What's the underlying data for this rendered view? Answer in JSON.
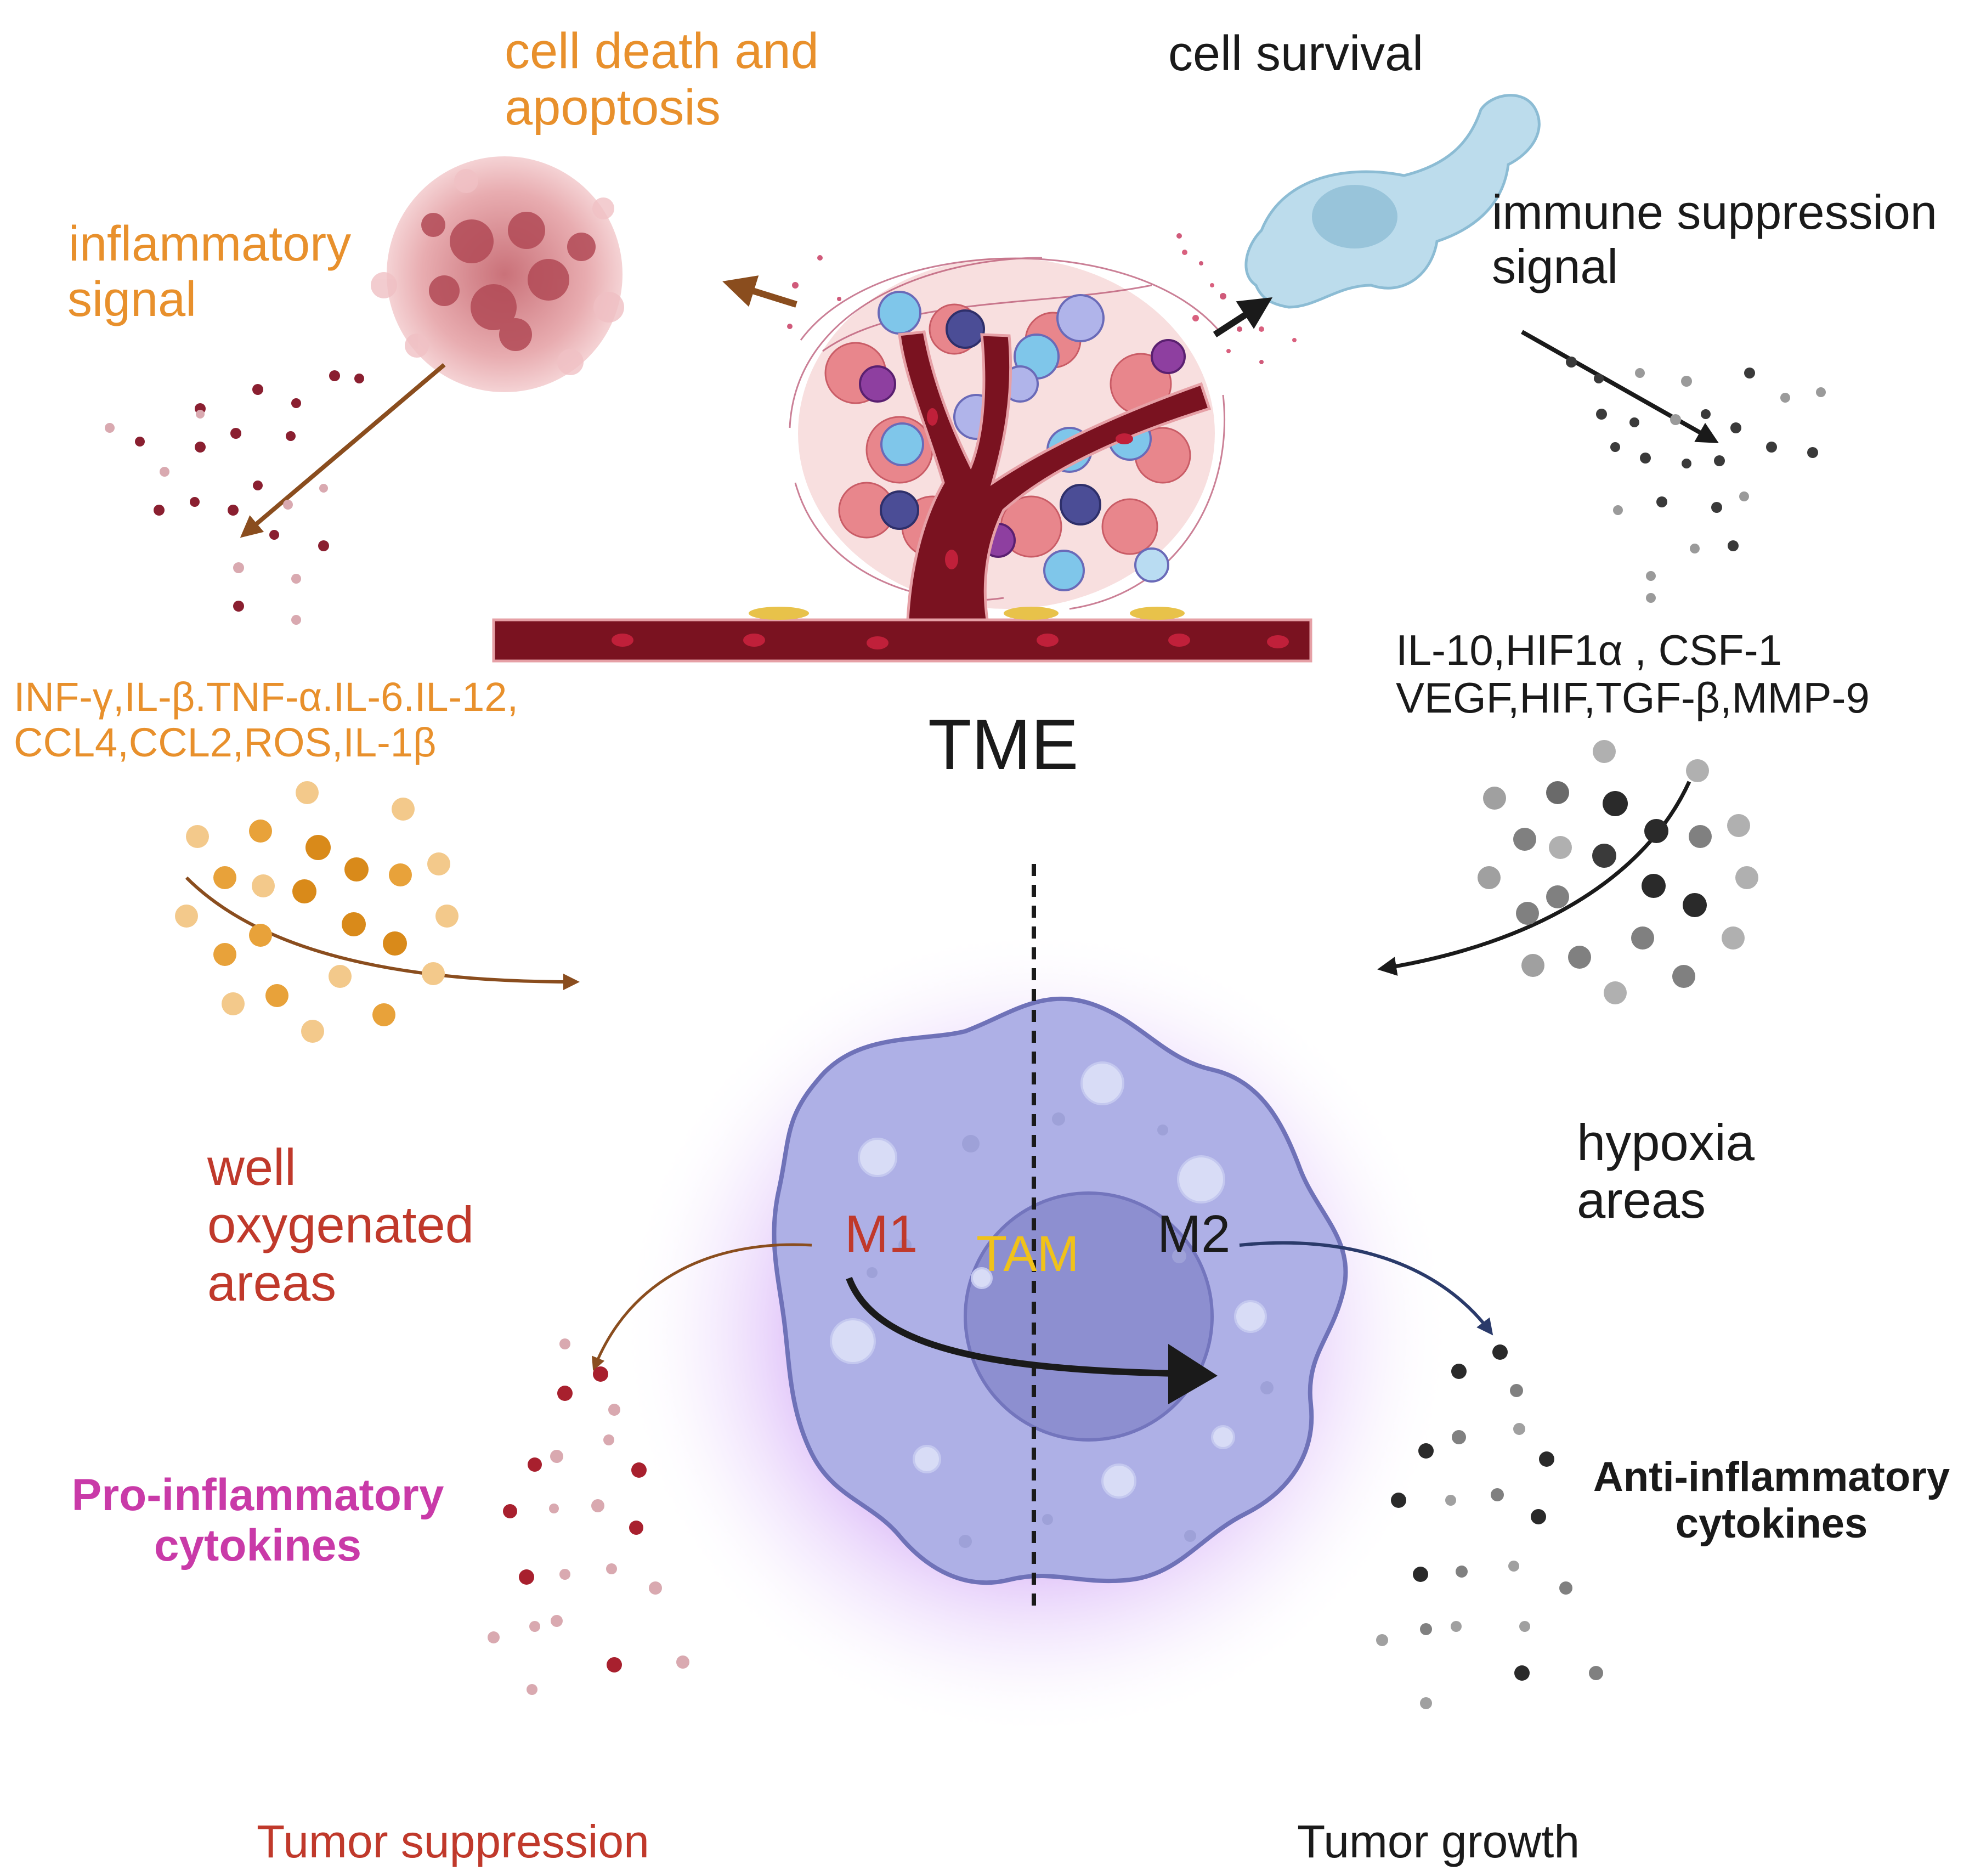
{
  "labels": {
    "cell_death": [
      "cell death and",
      "apoptosis"
    ],
    "cell_survival": "cell survival",
    "inflammatory_signal": [
      "inflammatory",
      "signal"
    ],
    "immune_suppression_signal": [
      "immune suppression",
      "signal"
    ],
    "m1_factors": [
      "INF-γ,IL-β.TNF-α.IL-6.IL-12,",
      "CCL4,CCL2,ROS,IL-1β"
    ],
    "m2_factors": [
      "IL-10,HIF1α , CSF-1",
      "VEGF,HIF,TGF-β,MMP-9"
    ],
    "tme": "TME",
    "well_oxygenated": [
      "well",
      "oxygenated",
      "areas"
    ],
    "hypoxia": [
      "hypoxia",
      "areas"
    ],
    "m1": "M1",
    "tam": "TAM",
    "m2": "M2",
    "pro_inflammatory": [
      "Pro-inflammatory",
      "cytokines"
    ],
    "anti_inflammatory": [
      "Anti-inflammatory",
      "cytokines"
    ],
    "tumor_suppression": "Tumor suppression",
    "tumor_growth": "Tumor growth"
  },
  "colors": {
    "orange_text": "#e8902c",
    "red_text": "#c0392b",
    "magenta_text": "#c93aa8",
    "tam_text": "#f0c21a",
    "dark_text": "#1a1a1a",
    "vessel": "#7a1220",
    "macrophage": "#aeb0e6",
    "nucleus": "#8d8fd0",
    "glow": "#b46cf0",
    "brown_arrow": "#8a4d1e",
    "navy_arrow": "#2a3a6a"
  }
}
